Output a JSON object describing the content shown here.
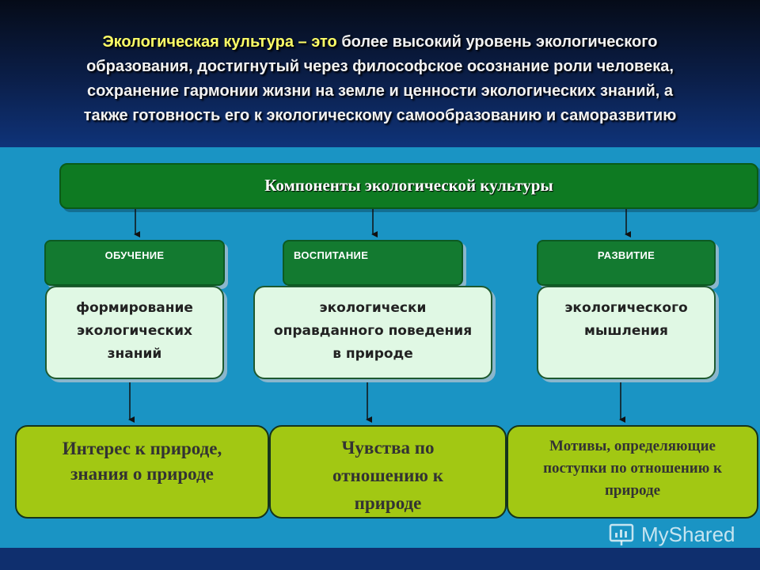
{
  "header": {
    "term": "Экологическая культура",
    "dash": " – это ",
    "line1_rest": "более высокий уровень экологического",
    "line2": "образования, достигнутый через философское осознание роли человека,",
    "line3": "сохранение гармонии жизни на земле и ценности экологических знаний, а",
    "line4": "также готовность его к экологическому самообразованию и саморазвитию"
  },
  "components_title": "Компоненты экологической культуры",
  "columns": [
    {
      "category": "ОБУЧЕНИЕ",
      "desc": [
        "формирование",
        "экологических",
        "знаний"
      ],
      "result": [
        "Интерес к природе,",
        "знания о природе"
      ]
    },
    {
      "category": "ВОСПИТАНИЕ",
      "desc": [
        "экологически",
        "оправданного поведения",
        "в природе"
      ],
      "result": [
        "Чувства по",
        "отношению к",
        "природе"
      ]
    },
    {
      "category": "РАЗВИТИЕ",
      "desc": [
        "экологического",
        "мышления"
      ],
      "result": [
        "Мотивы, определяющие",
        "поступки по отношению к",
        "природе"
      ]
    }
  ],
  "watermark": "MyShared",
  "colors": {
    "dark_green": "#0e7a22",
    "light_green": "#a2c813",
    "pale_green": "#e0f8e4",
    "background_blue": "#1a94c4",
    "highlight_yellow": "#ffff66"
  }
}
